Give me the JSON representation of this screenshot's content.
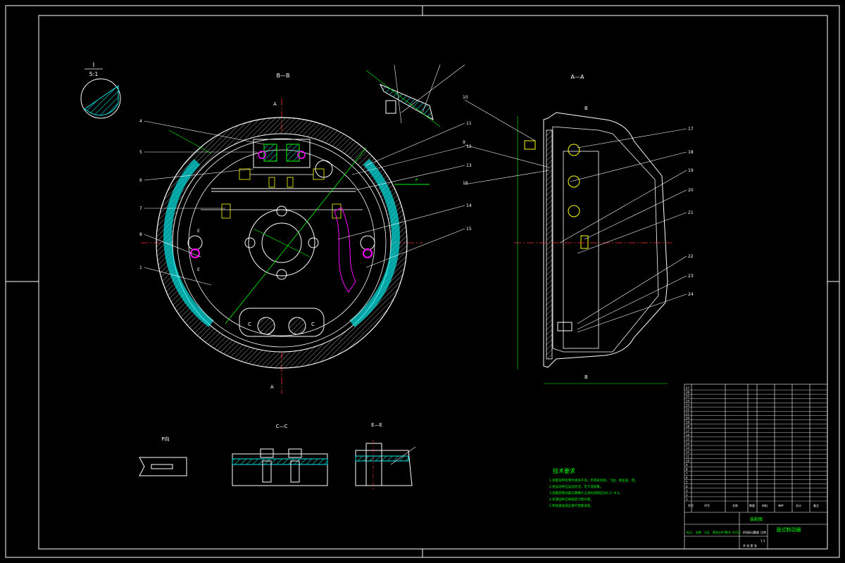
{
  "views": {
    "main_section": "B—B",
    "side_section": "A—A",
    "detail_roman": "I",
    "detail_scale": "5:1",
    "view_arrow": "P向",
    "section_c": "C—C",
    "section_e": "E—E",
    "cut_a_top": "A",
    "cut_a_bottom": "A",
    "cut_b_top": "B",
    "cut_b_bottom": "B",
    "label_c_left": "C",
    "label_c_right": "C",
    "label_e_left": "E",
    "label_e_right": "E",
    "label_p": "P"
  },
  "part_numbers": [
    "1",
    "2",
    "3",
    "4",
    "5",
    "6",
    "7",
    "8",
    "9",
    "10",
    "11",
    "12",
    "13",
    "14",
    "15",
    "16",
    "17",
    "18",
    "19",
    "20",
    "21",
    "22",
    "23",
    "24",
    "25",
    "26",
    "27"
  ],
  "notes": {
    "title": "技术要求",
    "lines": [
      "1.装配前所有零件清洗干净，不得有毛刺、飞边、氧化皮、锈。",
      "2.各运动件应运动灵活，无卡滞现象。",
      "3.装配后制动鼓与摩擦片之间的间隙应为0.2～0.5。",
      "4.各紧固件应按规定力矩拧紧。",
      "5.制动器总成应进行性能试验。"
    ]
  },
  "title_block": {
    "drawing_name": "鼓式制动器",
    "assembly": "装配图",
    "col_headers": [
      "序号",
      "代号",
      "名称",
      "数量",
      "材料",
      "单件",
      "总计",
      "备注"
    ],
    "sign_labels": [
      "标记",
      "处数",
      "分区",
      "更改文件号",
      "签名",
      "年月日"
    ],
    "stage_labels": [
      "阶段标记",
      "重量",
      "比例"
    ],
    "scale": "1:1",
    "sheet": "共 张 第 张"
  },
  "colors": {
    "outline": "#ffffff",
    "hatch": "#00e5e5",
    "centerline": "#ff3030",
    "dimension": "#00ff00",
    "highlight": "#ff00ff",
    "spring": "#ffff00"
  }
}
